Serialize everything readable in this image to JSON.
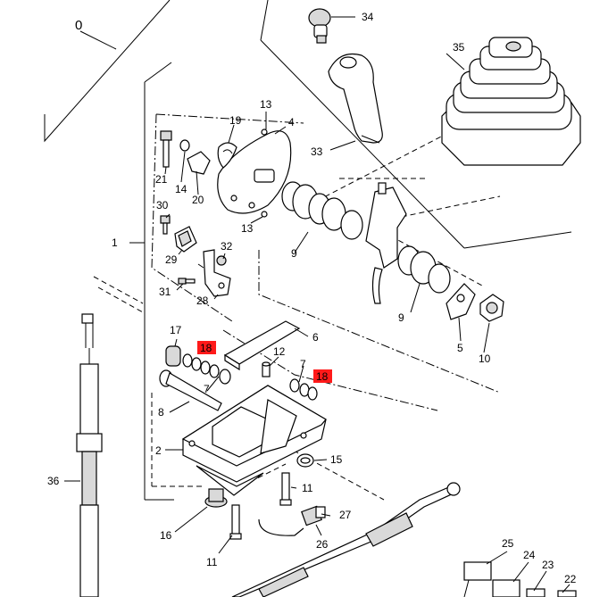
{
  "diagram": {
    "labels": {
      "p0": "0",
      "p1": "1",
      "p2": "2",
      "p4": "4",
      "p5": "5",
      "p6": "6",
      "p7a": "7",
      "p7b": "7",
      "p8": "8",
      "p9a": "9",
      "p9b": "9",
      "p10": "10",
      "p11a": "11",
      "p11b": "11",
      "p12": "12",
      "p13a": "13",
      "p13b": "13",
      "p14": "14",
      "p15": "15",
      "p16": "16",
      "p17": "17",
      "p18a": "18",
      "p18b": "18",
      "p19": "19",
      "p20": "20",
      "p21": "21",
      "p22": "22",
      "p23": "23",
      "p24": "24",
      "p25": "25",
      "p26": "26",
      "p27": "27",
      "p28": "28",
      "p29": "29",
      "p30": "30",
      "p31": "31",
      "p32": "32",
      "p33": "33",
      "p34": "34",
      "p35": "35",
      "p36": "36"
    },
    "highlight_color": "#ff1a1a"
  }
}
